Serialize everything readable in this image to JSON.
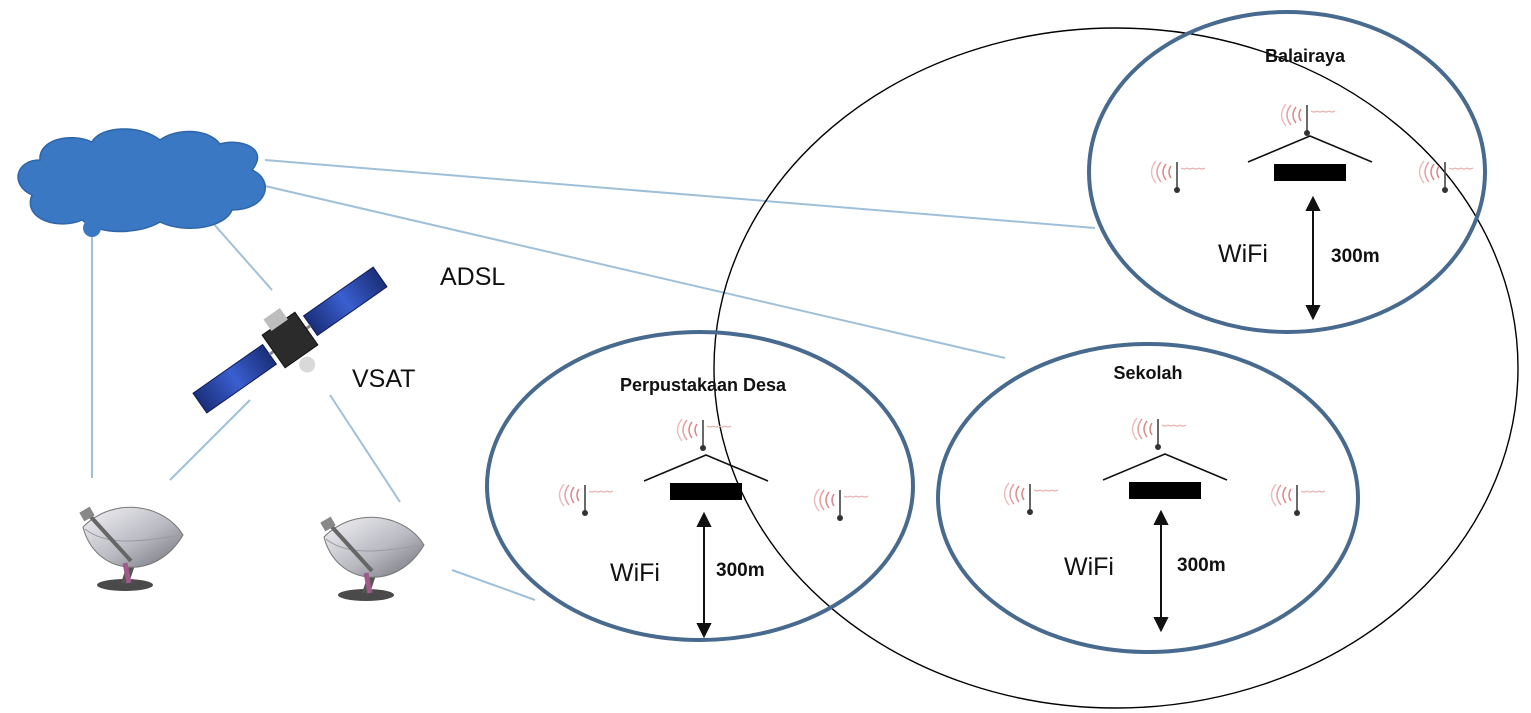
{
  "labels": {
    "adsl": "ADSL",
    "vsat": "VSAT"
  },
  "zones": [
    {
      "name": "Balairaya",
      "tech": "WiFi",
      "range": "300m"
    },
    {
      "name": "Perpustakaan Desa",
      "tech": "WiFi",
      "range": "300m"
    },
    {
      "name": "Sekolah",
      "tech": "WiFi",
      "range": "300m"
    }
  ],
  "colors": {
    "cloud": "#3a78c4",
    "link": "#9fc0d8",
    "zone_ring": "#476a8e",
    "outer_ring": "#000000",
    "antenna_wave": "#d88a8a",
    "panel": "#2a4aa8"
  }
}
